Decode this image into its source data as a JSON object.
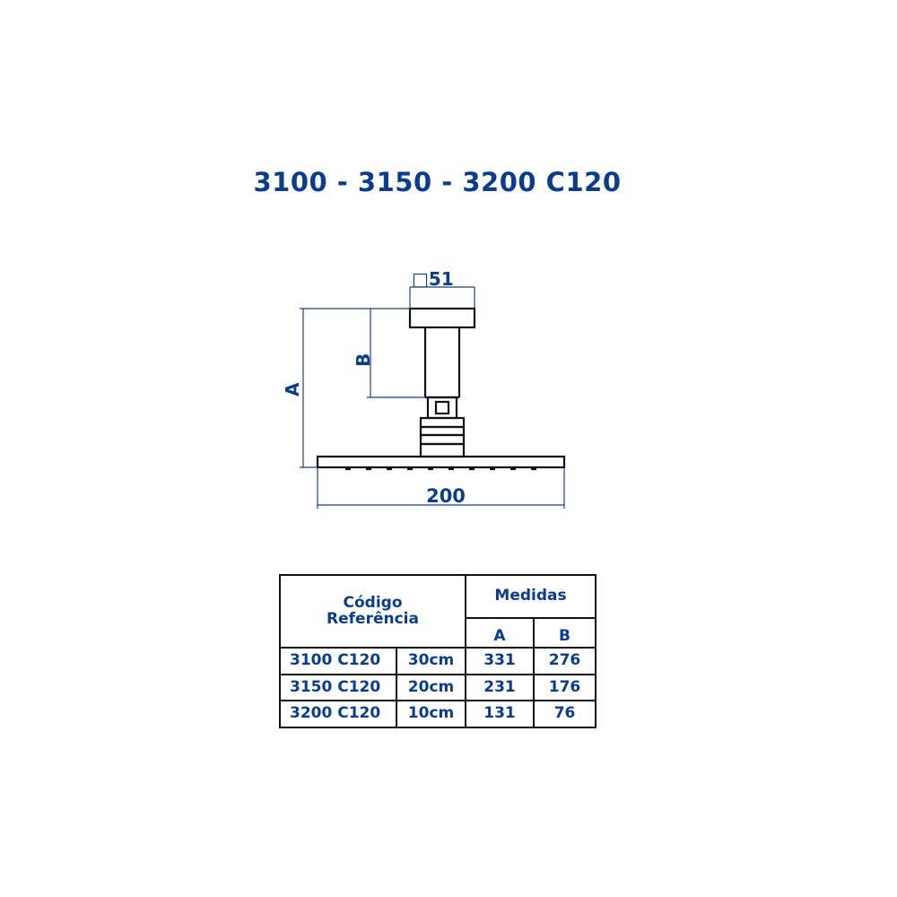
{
  "title": "3100 - 3150 - 3200 C120",
  "colors": {
    "text": "#0b3d8c",
    "lines": "#111111",
    "dimension_lines": "#1a3f8f"
  },
  "drawing": {
    "labels": {
      "pipe_section": "□51",
      "dim_a": "A",
      "dim_b": "B",
      "width": "200"
    }
  },
  "table": {
    "header_code": "Código\nReferência",
    "header_measures": "Medidas",
    "col_a": "A",
    "col_b": "B",
    "rows": [
      {
        "code": "3100 C120",
        "length": "30cm",
        "a": "331",
        "b": "276"
      },
      {
        "code": "3150 C120",
        "length": "20cm",
        "a": "231",
        "b": "176"
      },
      {
        "code": "3200 C120",
        "length": "10cm",
        "a": "131",
        "b": "76"
      }
    ]
  }
}
